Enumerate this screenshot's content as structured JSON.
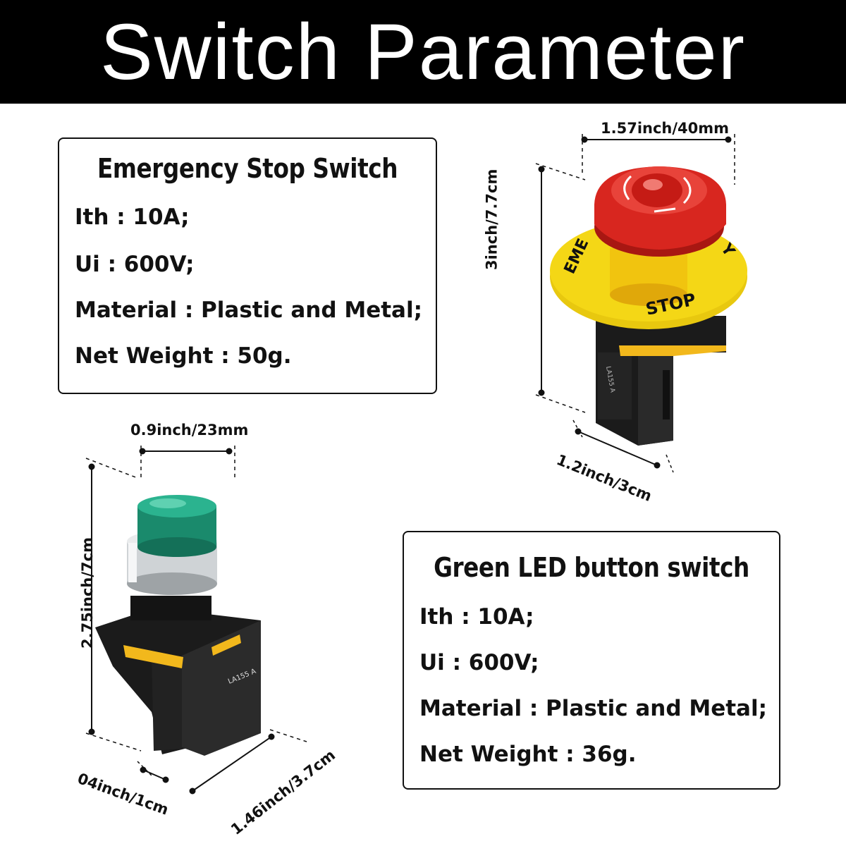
{
  "header": {
    "title": "Switch Parameter"
  },
  "emergency_stop": {
    "title": "Emergency Stop Switch",
    "specs": [
      "Ith : 10A;",
      "Ui : 600V;",
      "Material : Plastic and Metal;",
      "Net Weight : 50g."
    ],
    "dimensions": {
      "width": "1.57inch/40mm",
      "height": "3inch/7.7cm",
      "depth": "1.2inch/3cm"
    },
    "cap_labels": {
      "emergency": "EME",
      "y": "Y",
      "stop": "STOP"
    },
    "module_label": "LA155 A"
  },
  "green_led": {
    "title": "Green LED button switch",
    "specs": [
      "Ith : 10A;",
      "Ui : 600V;",
      "Material : Plastic and Metal;",
      "Net Weight : 36g."
    ],
    "dimensions": {
      "width": "0.9inch/23mm",
      "height": "2.75inch/7cm",
      "depth_small": "04inch/1cm",
      "depth_large": "1.46inch/3.7cm"
    },
    "module_label": "LA155 A"
  },
  "colors": {
    "header_bg": "#000000",
    "stop_red": "#d8261f",
    "stop_yellow": "#f4d716",
    "button_green": "#1f9a7a",
    "body_black": "#1b1b1b",
    "clip_yellow": "#f2b81c"
  }
}
